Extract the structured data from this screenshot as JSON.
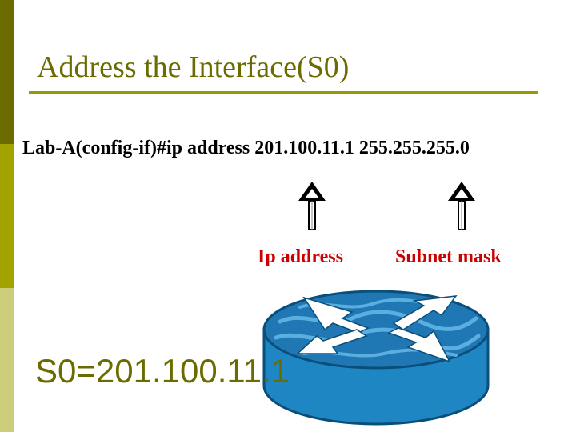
{
  "slide": {
    "title": "Address the Interface(S0)",
    "command": "Lab-A(config-if)#ip address 201.100.11.1 255.255.255.0",
    "labels": {
      "ip_address": "Ip address",
      "subnet_mask": "Subnet mask"
    },
    "interface_value": "S0=201.100.11.1"
  },
  "colors": {
    "title": "#6b6b00",
    "accent_bar_dark": "#6b6b00",
    "accent_bar_mid": "#a3a300",
    "accent_bar_light": "#cccc7a",
    "label_red": "#cc0000",
    "router_blue": "#1f86c4"
  },
  "icons": [
    "up-arrow-icon",
    "router-icon"
  ]
}
